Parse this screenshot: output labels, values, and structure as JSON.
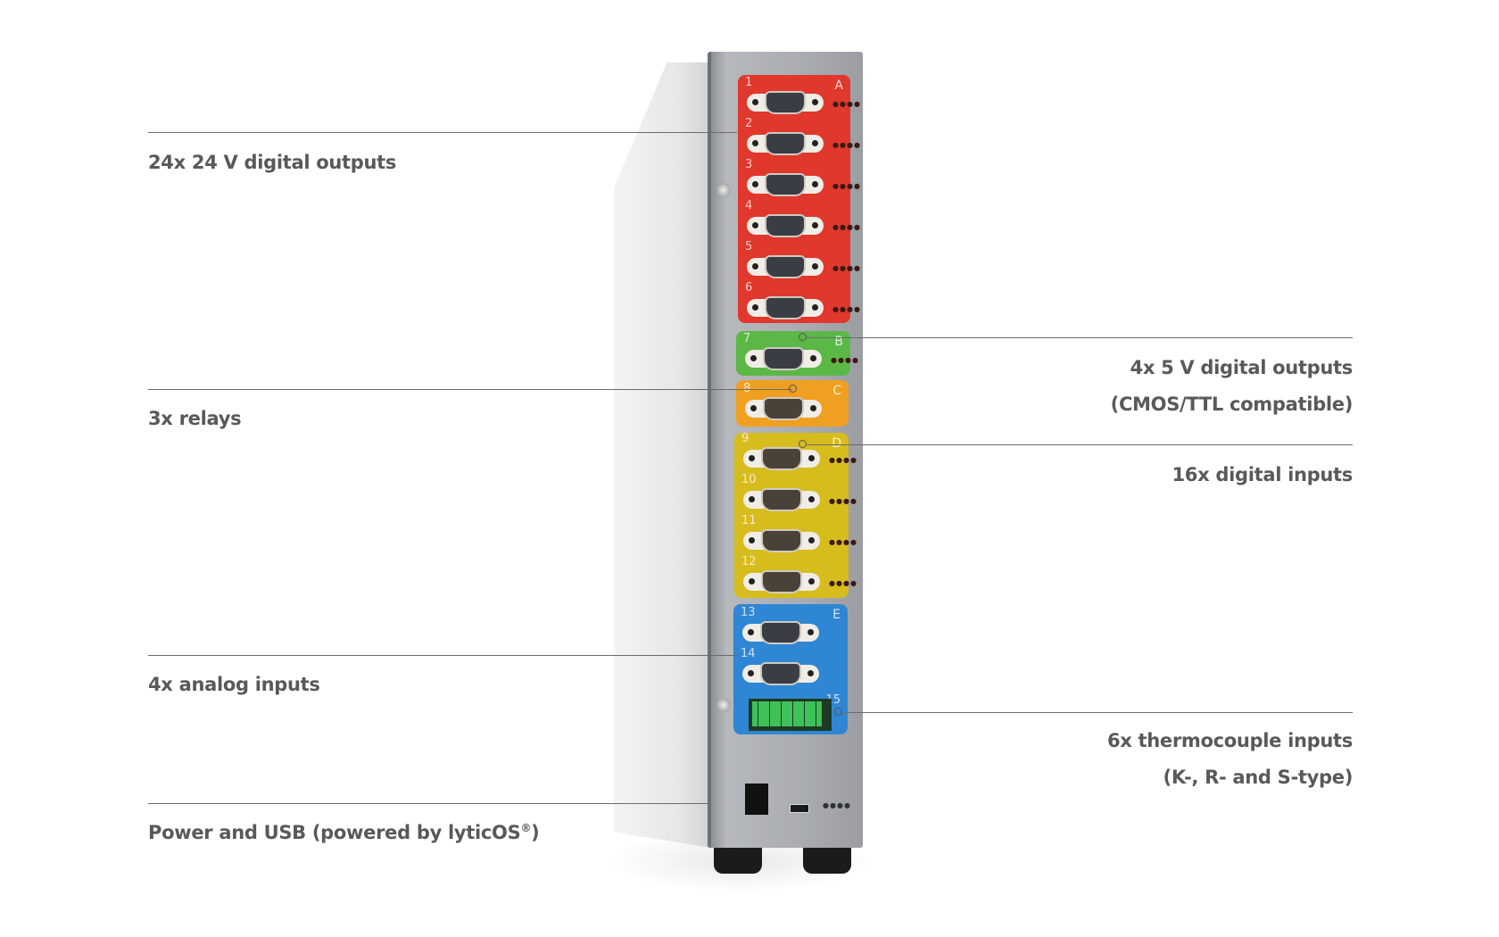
{
  "labels_left": [
    {
      "text": "24x 24 V digital outputs"
    },
    {
      "text": "3x relays"
    },
    {
      "text": "4x analog inputs"
    },
    {
      "text": "Power and USB (powered by lytic",
      "brand": "OS",
      "reg": "®",
      "close": ")"
    }
  ],
  "labels_right": [
    {
      "line1": "4x 5 V digital outputs",
      "line2": "(CMOS/TTL compatible)"
    },
    {
      "line1": "16x digital inputs"
    },
    {
      "line1": "6x thermocouple inputs",
      "line2": "(K-, R- and S-type)"
    }
  ],
  "device": {
    "groups": [
      {
        "letter": "A",
        "color": "#e0382c",
        "ports": [
          "1",
          "2",
          "3",
          "4",
          "5",
          "6"
        ],
        "male": false,
        "leds": true
      },
      {
        "letter": "B",
        "color": "#5cb846",
        "ports": [
          "7"
        ],
        "male": false,
        "leds": true
      },
      {
        "letter": "C",
        "color": "#f0a020",
        "ports": [
          "8"
        ],
        "male": true,
        "leds": false
      },
      {
        "letter": "D",
        "color": "#d7bc1e",
        "ports": [
          "9",
          "10",
          "11",
          "12"
        ],
        "male": true,
        "leds": true
      },
      {
        "letter": "E",
        "color": "#2f86d4",
        "ports": [
          "13",
          "14"
        ],
        "male": false,
        "leds": false,
        "extra_number": "15"
      }
    ]
  }
}
